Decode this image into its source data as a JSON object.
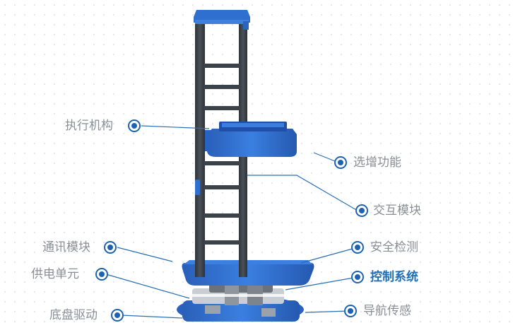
{
  "callouts": {
    "actuator": "执行机构",
    "optional_feature": "选增功能",
    "interaction_module": "交互模块",
    "communication_module": "通讯模块",
    "safety_detection": "安全检测",
    "power_unit": "供电单元",
    "control_system": "控制系统",
    "chassis_drive": "底盘驱动",
    "navigation_sensing": "导航传感"
  },
  "colors": {
    "robot_blue": "#2f6fd0",
    "frame_dark": "#3c4249",
    "callout_line": "#2a6fb3",
    "label_gray": "#8a8f96",
    "label_highlight": "#1c6fb8"
  }
}
